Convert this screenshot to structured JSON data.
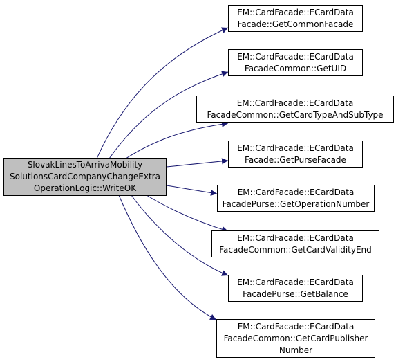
{
  "colors": {
    "edge": "#191970",
    "root_fill": "#bfbfbf",
    "node_fill": "#ffffff",
    "border": "#000000"
  },
  "root": {
    "lines": [
      "SlovakLinesToArrivaMobility",
      "SolutionsCardCompanyChangeExtra",
      "OperationLogic::WriteOK"
    ]
  },
  "callees": [
    {
      "lines": [
        "EM::CardFacade::ECardData",
        "Facade::GetCommonFacade"
      ]
    },
    {
      "lines": [
        "EM::CardFacade::ECardData",
        "FacadeCommon::GetUID"
      ]
    },
    {
      "lines": [
        "EM::CardFacade::ECardData",
        "FacadeCommon::GetCardTypeAndSubType"
      ]
    },
    {
      "lines": [
        "EM::CardFacade::ECardData",
        "Facade::GetPurseFacade"
      ]
    },
    {
      "lines": [
        "EM::CardFacade::ECardData",
        "FacadePurse::GetOperationNumber"
      ]
    },
    {
      "lines": [
        "EM::CardFacade::ECardData",
        "FacadeCommon::GetCardValidityEnd"
      ]
    },
    {
      "lines": [
        "EM::CardFacade::ECardData",
        "FacadePurse::GetBalance"
      ]
    },
    {
      "lines": [
        "EM::CardFacade::ECardData",
        "FacadeCommon::GetCardPublisher",
        "Number"
      ]
    }
  ]
}
